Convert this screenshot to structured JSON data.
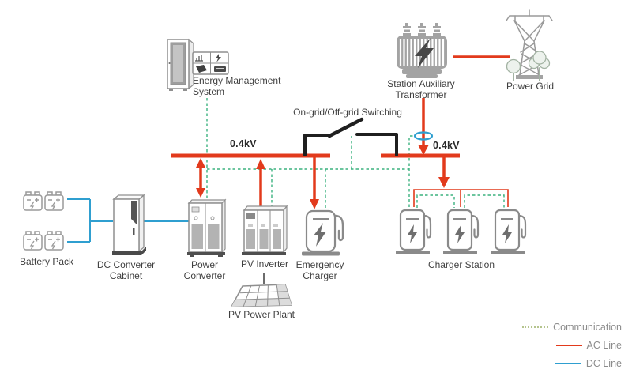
{
  "nodes": {
    "ems": {
      "label": "Energy Management System"
    },
    "transformer": {
      "label": "Station Auxiliary Transformer"
    },
    "power_grid": {
      "label": "Power Grid"
    },
    "switching": {
      "label": "On-grid/Off-grid Switching"
    },
    "bus_left": {
      "voltage": "0.4kV"
    },
    "bus_right": {
      "voltage": "0.4kV"
    },
    "battery_pack": {
      "label": "Battery Pack"
    },
    "dc_converter_cabinet": {
      "label": "DC Converter Cabinet"
    },
    "power_converter": {
      "label": "Power Converter"
    },
    "pv_inverter": {
      "label": "PV Inverter"
    },
    "emergency_charger": {
      "label": "Emergency Charger"
    },
    "charger_station": {
      "label": "Charger Station"
    },
    "pv_power_plant": {
      "label": "PV Power Plant"
    }
  },
  "legend": {
    "items": [
      {
        "label": "Communication",
        "line_style": "dotted",
        "color": "#b5c48e"
      },
      {
        "label": "AC Line",
        "line_style": "solid",
        "color": "#e23a1c"
      },
      {
        "label": "DC Line",
        "line_style": "solid",
        "color": "#2f9fd0"
      }
    ]
  },
  "colors": {
    "ac_line": "#e23a1c",
    "dc_line": "#2f9fd0",
    "communication_line": "#3bb27f",
    "switch": "#1f1f1f",
    "icon_gray": "#8f8f8f",
    "label_text": "#3f3f3f",
    "legend_text": "#8c8c8c"
  }
}
